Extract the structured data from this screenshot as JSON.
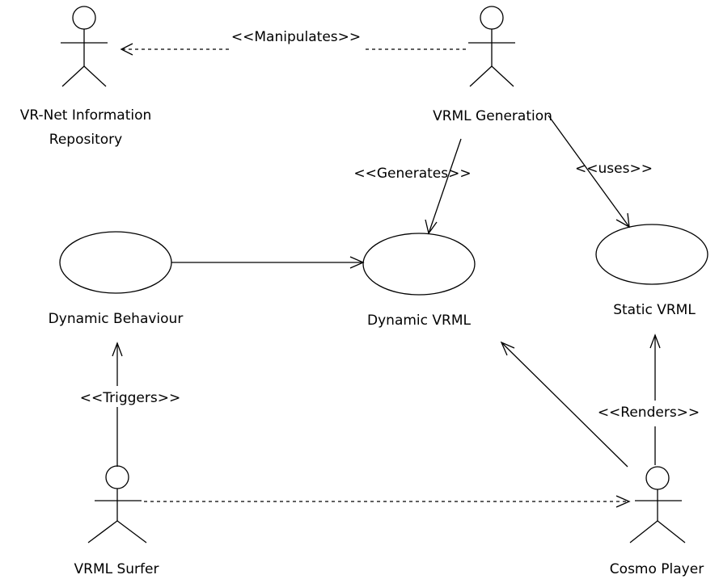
{
  "actors": {
    "repository": {
      "line1": "VR-Net Information",
      "line2": "Repository"
    },
    "generation": {
      "label": "VRML Generation"
    },
    "surfer": {
      "label": "VRML Surfer"
    },
    "cosmo": {
      "label": "Cosmo Player"
    }
  },
  "use_cases": {
    "dynamic_behaviour": {
      "label": "Dynamic Behaviour"
    },
    "dynamic_vrml": {
      "label": "Dynamic VRML"
    },
    "static_vrml": {
      "label": "Static VRML"
    }
  },
  "relations": {
    "manipulates": "<<Manipulates>>",
    "generates": "<<Generates>>",
    "uses": "<<uses>>",
    "triggers": "<<Triggers>>",
    "renders": "<<Renders>>"
  }
}
